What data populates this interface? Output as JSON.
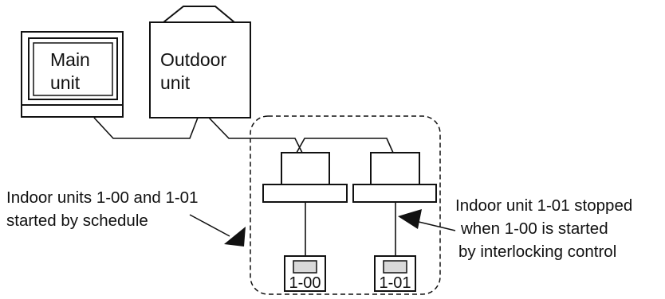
{
  "main_unit": {
    "line1": "Main",
    "line2": "unit"
  },
  "outdoor_unit": {
    "line1": "Outdoor",
    "line2": "unit"
  },
  "left_annotation": {
    "line1": "Indoor units 1-00 and 1-01",
    "line2": "started by schedule"
  },
  "right_annotation": {
    "line1": "Indoor unit 1-01 stopped",
    "line2": "when 1-00 is started",
    "line3": "by interlocking control"
  },
  "remote_controllers": [
    {
      "label": "1-00"
    },
    {
      "label": "1-01"
    }
  ]
}
